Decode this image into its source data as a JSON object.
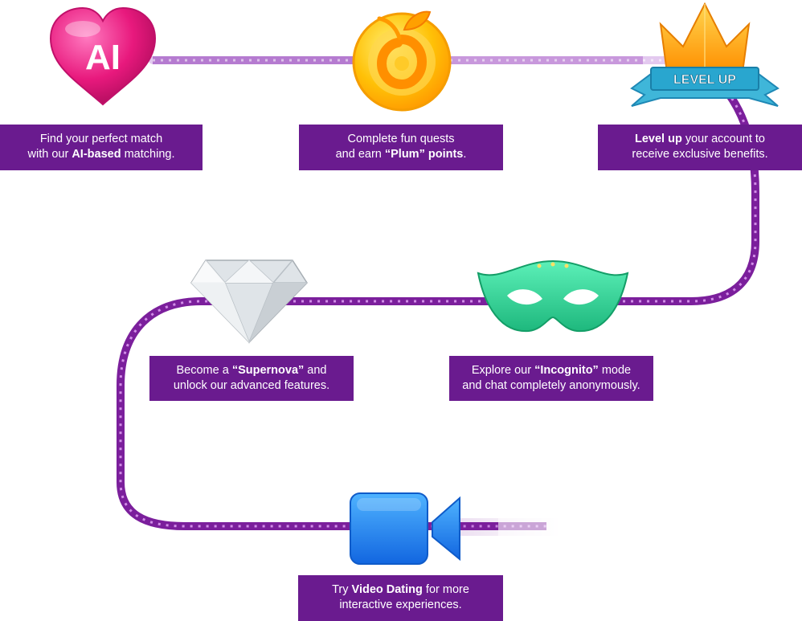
{
  "steps": [
    {
      "icon": "ai-heart-icon",
      "icon_text": "AI",
      "line1": [
        {
          "t": "Find your perfect match",
          "b": false
        }
      ],
      "line2": [
        {
          "t": "with our ",
          "b": false
        },
        {
          "t": "AI-based",
          "b": true
        },
        {
          "t": " matching.",
          "b": false
        }
      ]
    },
    {
      "icon": "plum-coin-icon",
      "line1": [
        {
          "t": "Complete fun quests",
          "b": false
        }
      ],
      "line2": [
        {
          "t": "and earn ",
          "b": false
        },
        {
          "t": "“Plum” points",
          "b": true
        },
        {
          "t": ".",
          "b": false
        }
      ]
    },
    {
      "icon": "crown-icon",
      "icon_text": "LEVEL UP",
      "line1": [
        {
          "t": "Level up",
          "b": true
        },
        {
          "t": " your account to",
          "b": false
        }
      ],
      "line2": [
        {
          "t": "receive exclusive benefits.",
          "b": false
        }
      ]
    },
    {
      "icon": "mask-icon",
      "line1": [
        {
          "t": "Explore our ",
          "b": false
        },
        {
          "t": "“Incognito”",
          "b": true
        },
        {
          "t": " mode",
          "b": false
        }
      ],
      "line2": [
        {
          "t": "and chat completely anonymously.",
          "b": false
        }
      ]
    },
    {
      "icon": "diamond-icon",
      "line1": [
        {
          "t": "Become a ",
          "b": false
        },
        {
          "t": "“Supernova”",
          "b": true
        },
        {
          "t": " and",
          "b": false
        }
      ],
      "line2": [
        {
          "t": "unlock our advanced features.",
          "b": false
        }
      ]
    },
    {
      "icon": "video-camera-icon",
      "line1": [
        {
          "t": "Try ",
          "b": false
        },
        {
          "t": "Video Dating",
          "b": true
        },
        {
          "t": " for more",
          "b": false
        }
      ],
      "line2": [
        {
          "t": "interactive experiences.",
          "b": false
        }
      ]
    }
  ],
  "colors": {
    "box_bg": "#6a1b8f",
    "path": "#7b1f9c",
    "path_dots": "#d28ee8",
    "heart": "#e8197d",
    "coin": "#ffb300",
    "crown": "#ff9f1a",
    "ribbon": "#3fb6d9",
    "mask": "#2fd89a",
    "camera": "#1f8fff"
  }
}
